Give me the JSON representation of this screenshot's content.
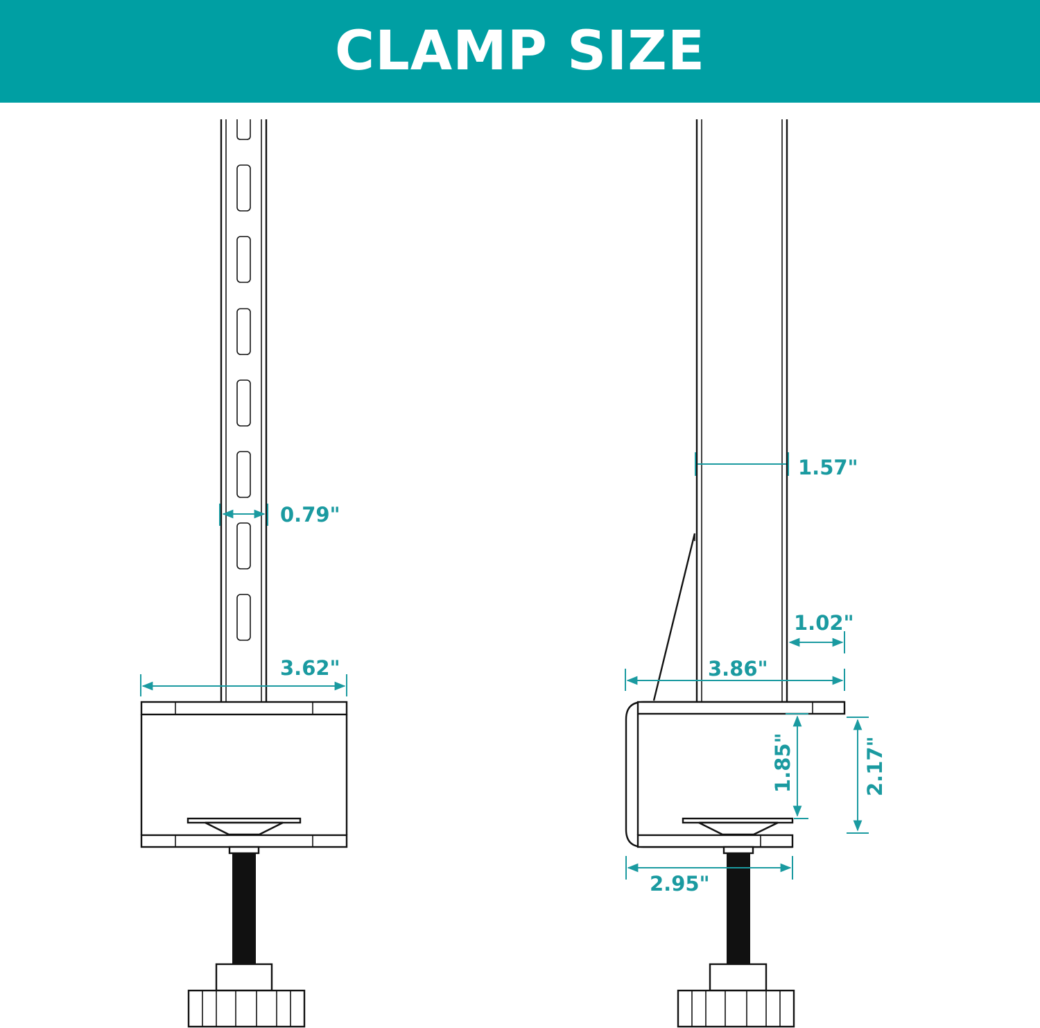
{
  "header": {
    "title": "CLAMP SIZE",
    "background_color": "#009fa3",
    "text_color": "#ffffff"
  },
  "dimension_color": "#1a9aa0",
  "left_view": {
    "pole_width": "0.79\"",
    "clamp_width": "3.62\""
  },
  "right_view": {
    "pole_width": "1.57\"",
    "offset_width": "1.02\"",
    "clamp_width": "3.86\"",
    "inner_height": "1.85\"",
    "opening_height": "2.17\"",
    "lower_jaw_width": "2.95\""
  }
}
